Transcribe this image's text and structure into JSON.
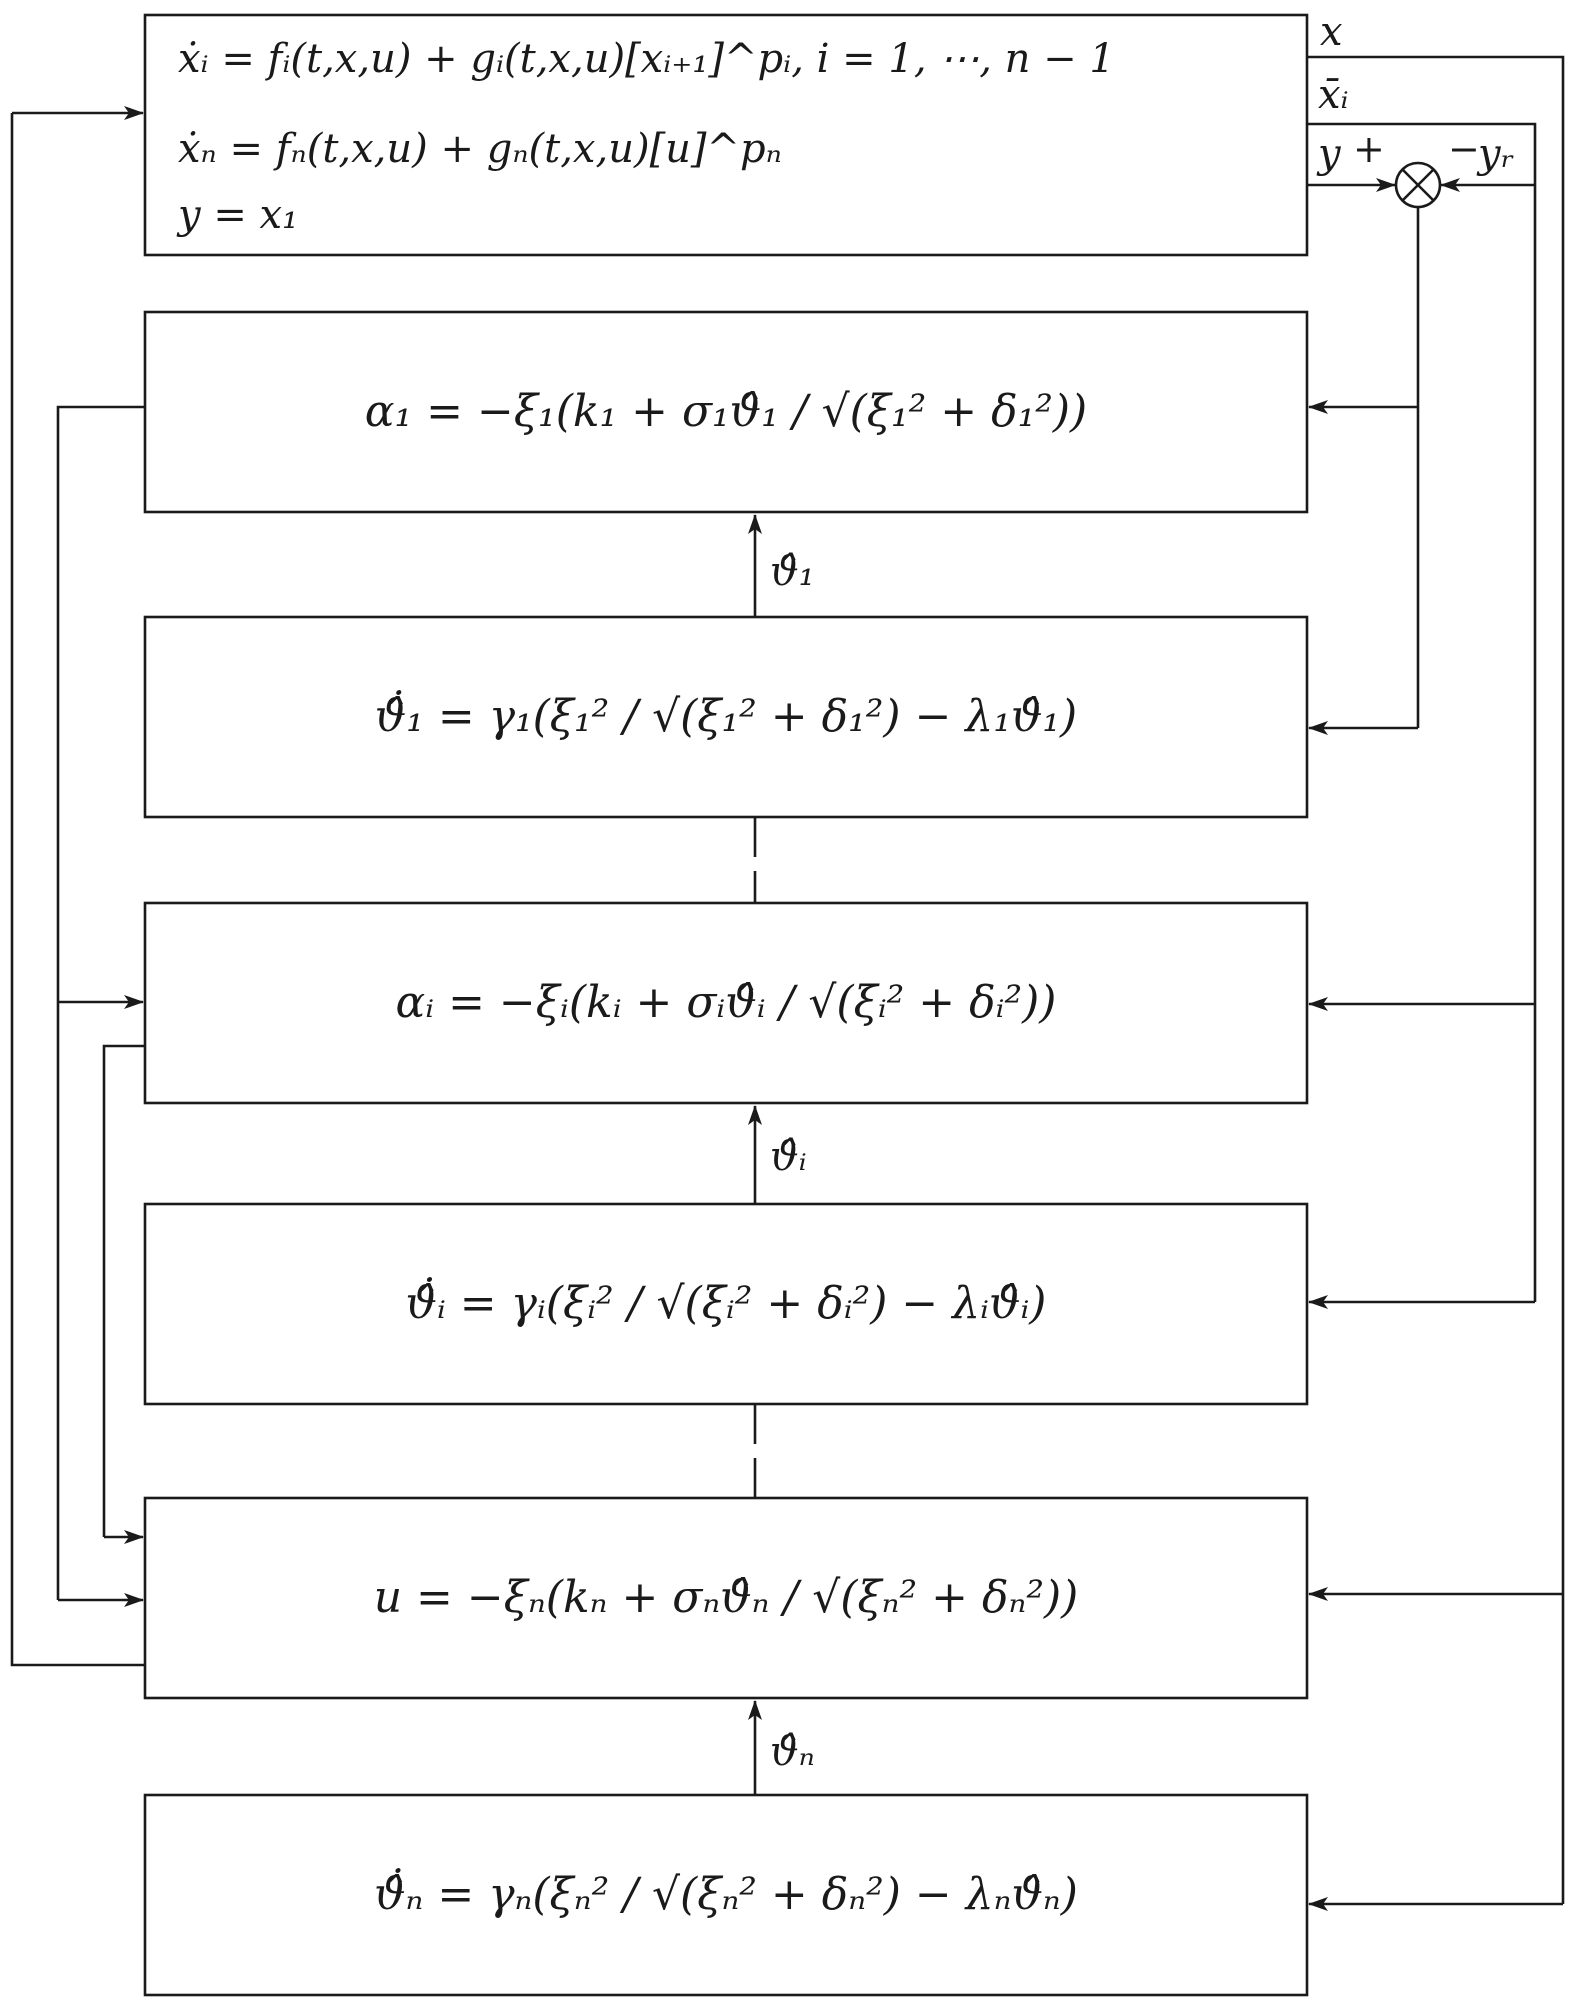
{
  "plant": {
    "line1": "ẋᵢ = fᵢ(t,x,u) + gᵢ(t,x,u)[xᵢ₊₁]^pᵢ, i = 1, ⋯, n − 1",
    "line2": "ẋₙ = fₙ(t,x,u) + gₙ(t,x,u)[u]^pₙ",
    "line3": "y = x₁"
  },
  "blocks": {
    "alpha1": "α₁ = −ξ₁(k₁ + σ₁ϑ̂₁ / √(ξ₁² + δ₁²))",
    "theta1_dot": "ϑ̂̇₁ = γ₁(ξ₁² / √(ξ₁² + δ₁²) − λ₁ϑ̂₁)",
    "alphai": "αᵢ = −ξᵢ(kᵢ + σᵢϑ̂ᵢ / √(ξᵢ² + δᵢ²))",
    "thetai_dot": "ϑ̂̇ᵢ = γᵢ(ξᵢ² / √(ξᵢ² + δᵢ²) − λᵢϑ̂ᵢ)",
    "u_law": "u = −ξₙ(kₙ + σₙϑ̂ₙ / √(ξₙ² + δₙ²))",
    "thetan_dot": "ϑ̂̇ₙ = γₙ(ξₙ² / √(ξₙ² + δₙ²) − λₙϑ̂ₙ)"
  },
  "signals": {
    "x": "x",
    "xbar_i": "x̄ᵢ",
    "y": "y",
    "y_r": "yᵣ",
    "plus": "+",
    "minus": "−",
    "theta1_hat": "ϑ̂₁",
    "thetai_hat": "ϑ̂ᵢ",
    "thetan_hat": "ϑ̂ₙ"
  }
}
